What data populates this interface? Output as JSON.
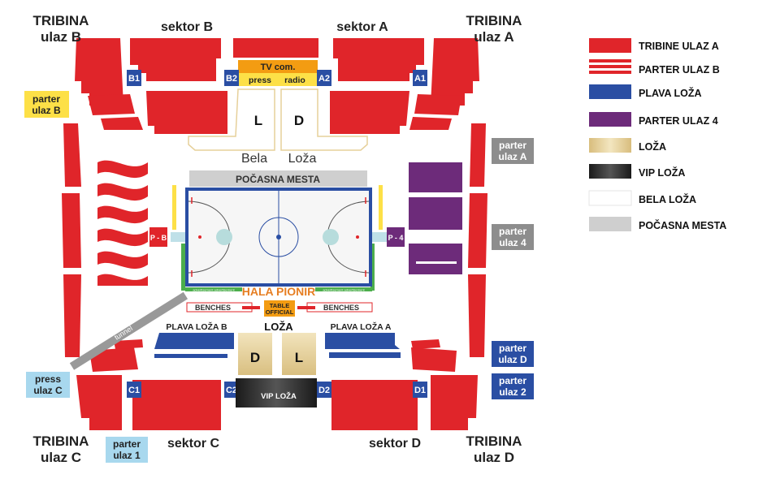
{
  "venue": {
    "name": "HALA PIONIR"
  },
  "tribunes": {
    "b": [
      "TRIBINA",
      "ulaz B"
    ],
    "a": [
      "TRIBINA",
      "ulaz A"
    ],
    "c": [
      "TRIBINA",
      "ulaz C"
    ],
    "d": [
      "TRIBINA",
      "ulaz D"
    ]
  },
  "sectors": {
    "b": "sektor B",
    "a": "sektor A",
    "c": "sektor C",
    "d": "sektor D"
  },
  "entrances": {
    "parter_b": [
      "parter",
      "ulaz B"
    ],
    "parter_a": [
      "parter",
      "ulaz A"
    ],
    "parter_4": [
      "parter",
      "ulaz 4"
    ],
    "parter_d": [
      "parter",
      "ulaz D"
    ],
    "parter_2": [
      "parter",
      "ulaz 2"
    ],
    "press_c": [
      "press",
      "ulaz C"
    ],
    "parter_1": [
      "parter",
      "ulaz 1"
    ]
  },
  "box_codes": {
    "b1": "B1",
    "b2": "B2",
    "a2": "A2",
    "a1": "A1",
    "c1": "C1",
    "c2": "C2",
    "d2": "D2",
    "d1": "D1",
    "pb": "P - B",
    "p4": "P - 4"
  },
  "media": {
    "tv": "TV com.",
    "press": "press",
    "radio": "radio"
  },
  "bela_loza": {
    "left": "L",
    "right": "D",
    "label_left": "Bela",
    "label_right": "Loža"
  },
  "court": {
    "honor": "POČASNA MESTA",
    "benches": "BENCHES",
    "table": [
      "TABLE",
      "OFFICIAL"
    ],
    "advertisement": "advertisement advertisement"
  },
  "lower": {
    "plava_b": "PLAVA LOŽA B",
    "plava_a": "PLAVA LOŽA A",
    "loza": "LOŽA",
    "loza_d": "D",
    "loza_l": "L",
    "vip": "VIP LOŽA",
    "tunnel": "tunnel"
  },
  "legend": [
    {
      "label": "TRIBINE ULAZ A",
      "color": "#e0252a"
    },
    {
      "label": "PARTER ULAZ B",
      "color": "#e0252a"
    },
    {
      "label": "PLAVA LOŽA",
      "color": "#2a4ea3"
    },
    {
      "label": "PARTER ULAZ 4",
      "color": "#6d2b7a"
    },
    {
      "label": "LOŽA",
      "color": "#e6d09a"
    },
    {
      "label": "VIP LOŽA",
      "color": "#2a2a2a"
    },
    {
      "label": "BELA LOŽA",
      "color": "#ffffff"
    },
    {
      "label": "POČASNA MESTA",
      "color": "#cfcfcf"
    }
  ],
  "colors": {
    "red": "#e0252a",
    "blue": "#2a4ea3",
    "purple": "#6d2b7a",
    "gold": "#e6d09a",
    "grey": "#8d8d8d",
    "yellow": "#fde047",
    "lightblue": "#a8d8ee"
  }
}
